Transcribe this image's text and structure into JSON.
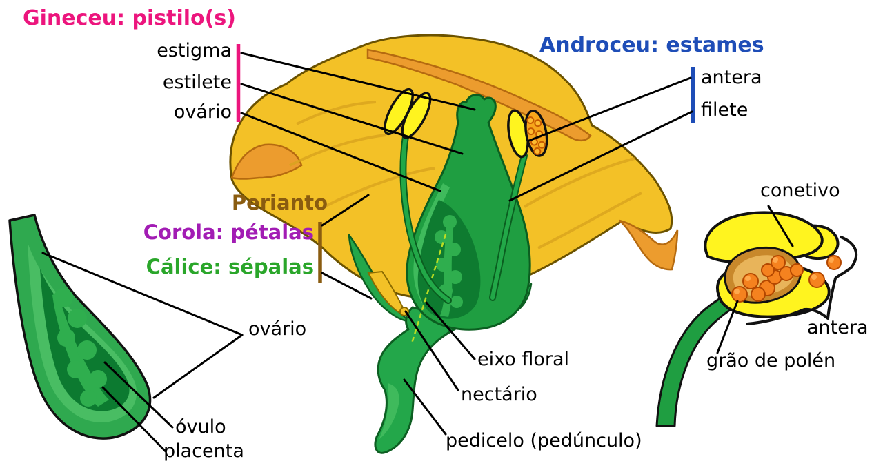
{
  "diagram": {
    "subject": "flower-anatomy-diagram",
    "language": "pt",
    "background": "#FFFFFF"
  },
  "sections": {
    "gineceu": {
      "title": "Gineceu: pistilo(s)",
      "color": "#EC157D",
      "labels": {
        "estigma": "estigma",
        "estilete": "estilete",
        "ovario": "ovário"
      }
    },
    "androceu": {
      "title": "Androceu: estames",
      "color": "#1E4DB7",
      "labels": {
        "antera": "antera",
        "filete": "filete"
      }
    },
    "perianto": {
      "title": "Perianto",
      "title_color": "#8A5C10",
      "corola": {
        "text": "Corola: pétalas",
        "color": "#A21CB4"
      },
      "calice": {
        "text": "Cálice: sépalas",
        "color": "#2AA62A"
      }
    },
    "ovary_detail": {
      "labels": {
        "ovario": "ovário",
        "ovulo": "óvulo",
        "placenta": "placenta"
      }
    },
    "flower_base": {
      "labels": {
        "eixo_floral": "eixo floral",
        "nectario": "nectário",
        "pedicelo": "pedicelo (pedúnculo)"
      }
    },
    "anther_detail": {
      "labels": {
        "conetivo": "conetivo",
        "antera": "antera",
        "grao_de_polen": "grão de polén"
      }
    }
  },
  "artwork_colors": {
    "petal_gold": "#F3C127",
    "petal_orange_accent": "#EC9C2E",
    "petal_outline": "#6B5200",
    "anther_yellow": "#FFF41F",
    "plant_green": "#23A74A",
    "plant_green_dark": "#0E7B30",
    "plant_green_light": "#33B255",
    "plant_outline": "#0D5E22",
    "pollen_orange": "#F5821F",
    "leader_line": "#000000",
    "axis_dash_green": "#BBDD22"
  }
}
